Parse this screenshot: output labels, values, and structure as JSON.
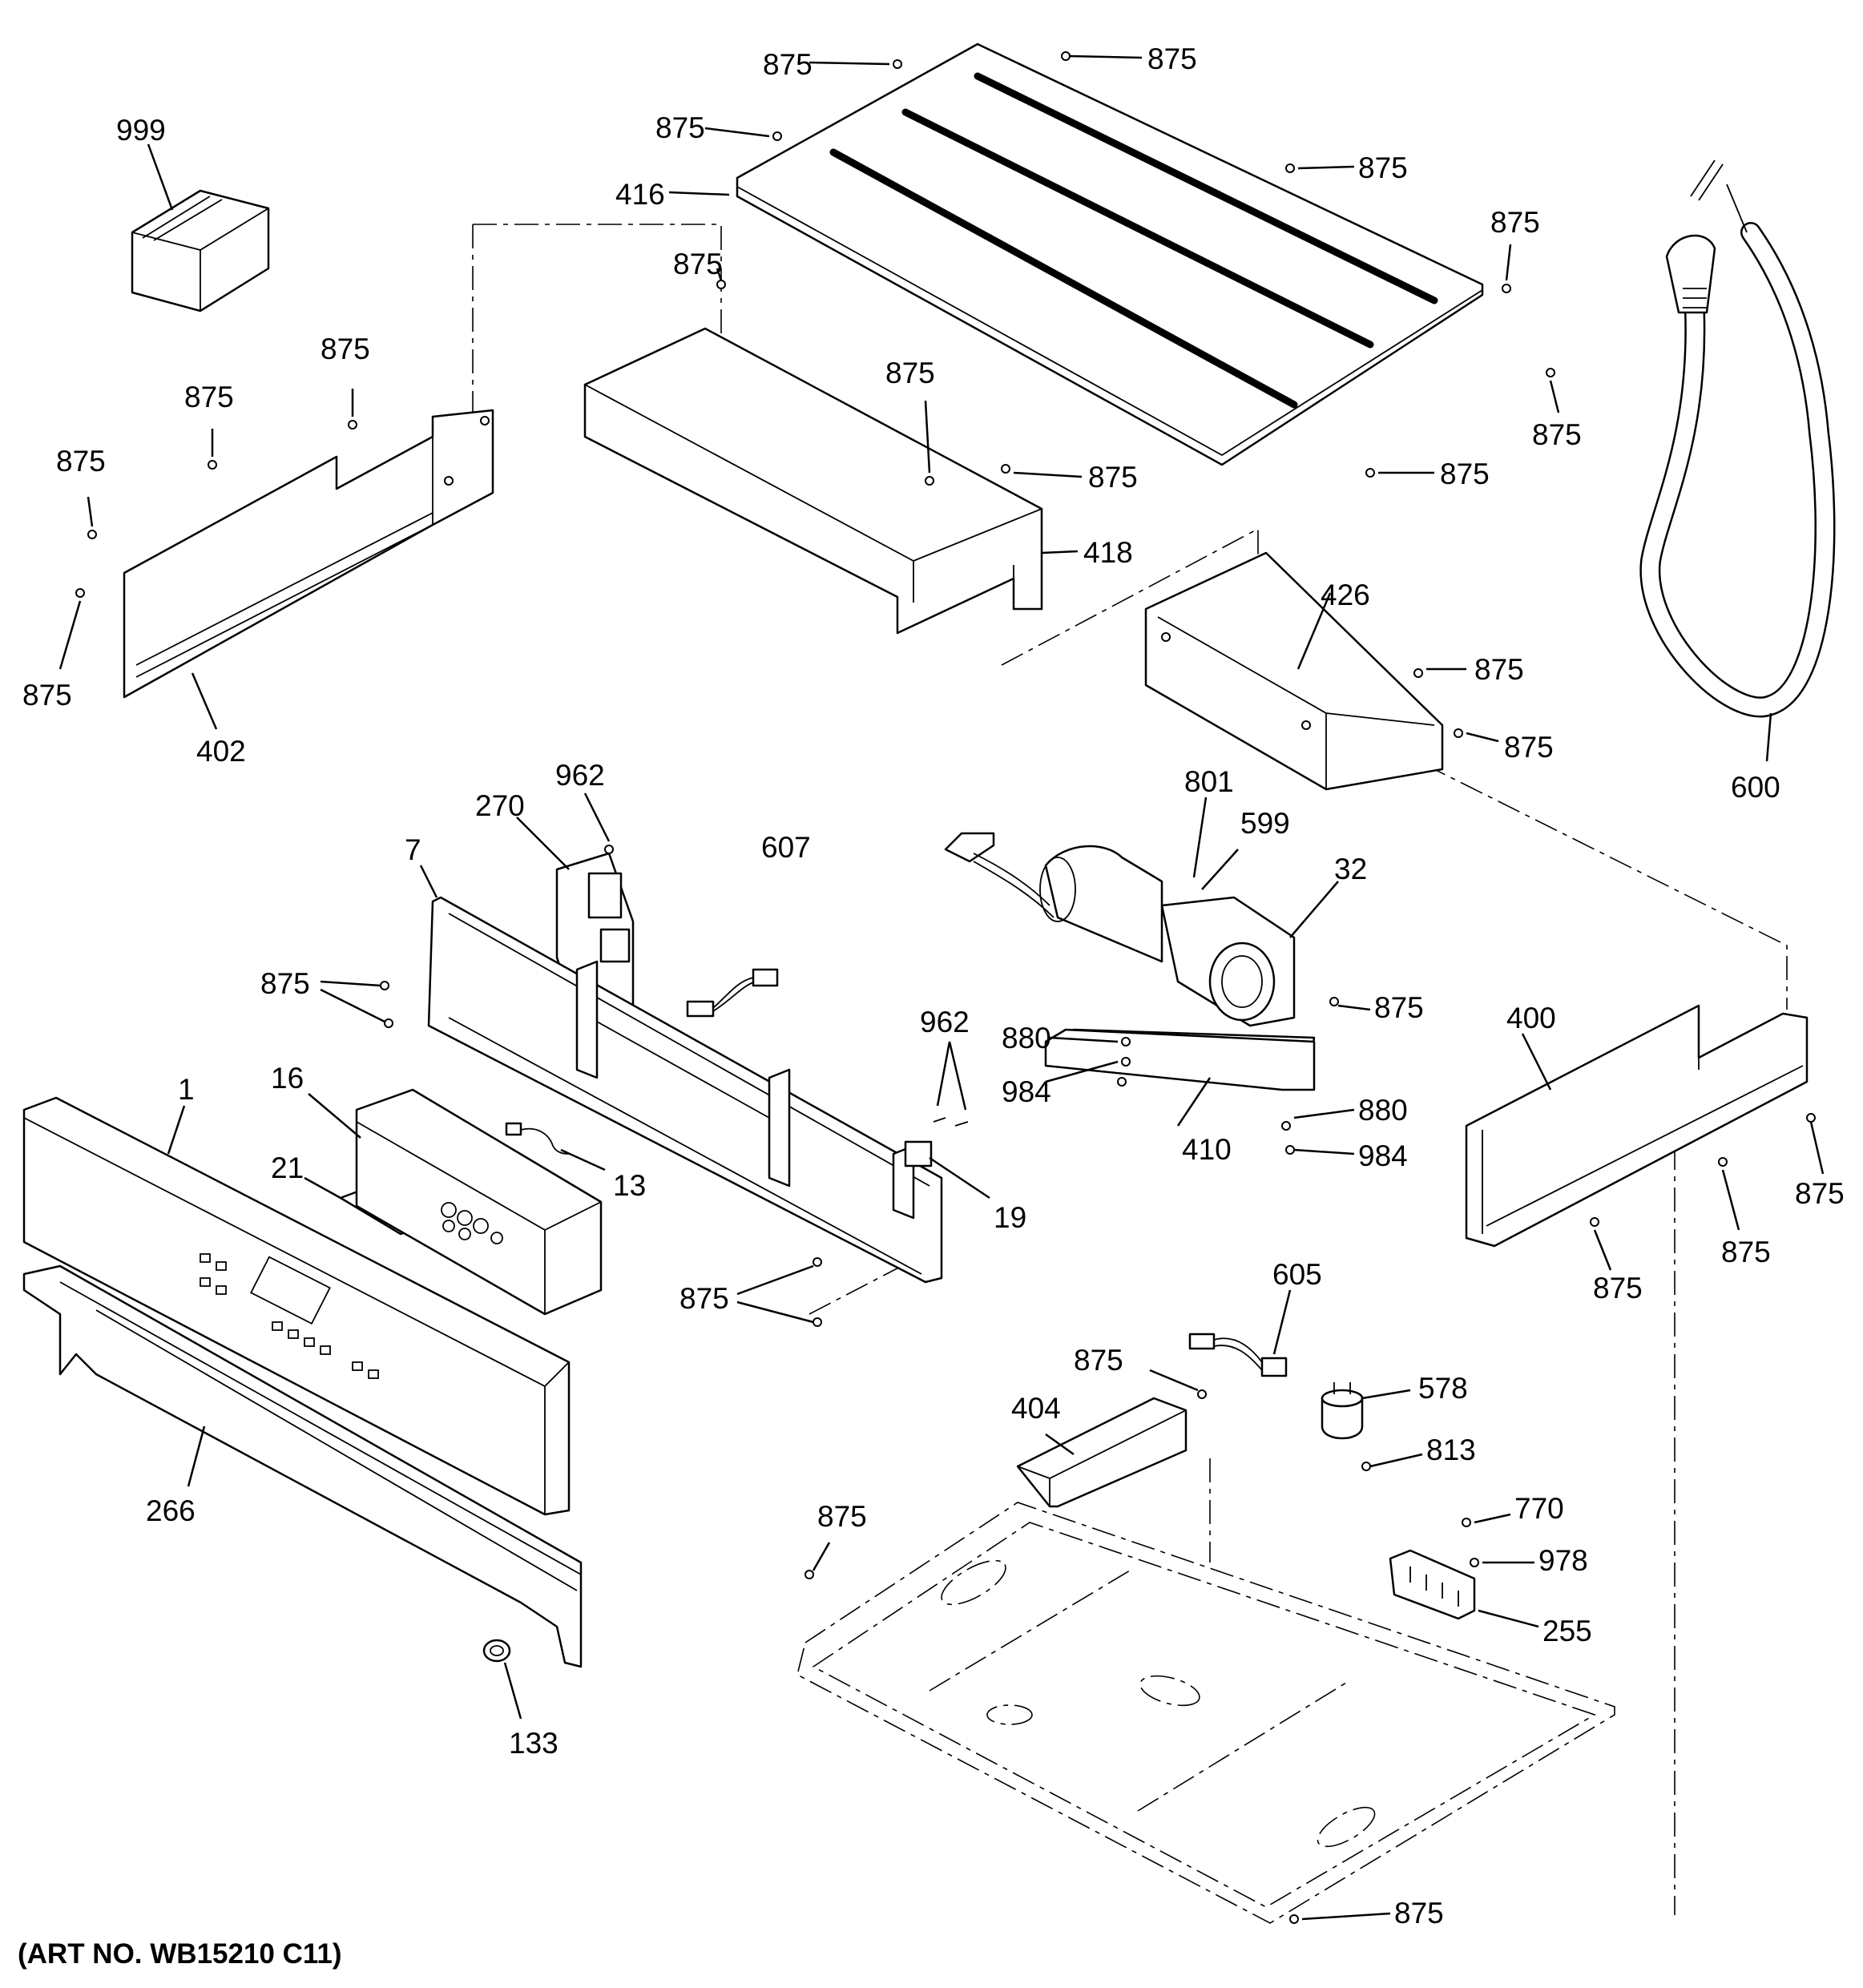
{
  "diagram": {
    "art_number": "(ART NO. WB15210 C11)",
    "callouts": [
      {
        "id": "c999",
        "text": "999"
      },
      {
        "id": "c875",
        "text": "875"
      },
      {
        "id": "c416",
        "text": "416"
      },
      {
        "id": "c418",
        "text": "418"
      },
      {
        "id": "c402",
        "text": "402"
      },
      {
        "id": "c426",
        "text": "426"
      },
      {
        "id": "c600",
        "text": "600"
      },
      {
        "id": "c962",
        "text": "962"
      },
      {
        "id": "c270",
        "text": "270"
      },
      {
        "id": "c607",
        "text": "607"
      },
      {
        "id": "c7",
        "text": "7"
      },
      {
        "id": "c801",
        "text": "801"
      },
      {
        "id": "c599",
        "text": "599"
      },
      {
        "id": "c32",
        "text": "32"
      },
      {
        "id": "c880",
        "text": "880"
      },
      {
        "id": "c984",
        "text": "984"
      },
      {
        "id": "c410",
        "text": "410"
      },
      {
        "id": "c400",
        "text": "400"
      },
      {
        "id": "c1",
        "text": "1"
      },
      {
        "id": "c16",
        "text": "16"
      },
      {
        "id": "c21",
        "text": "21"
      },
      {
        "id": "c13",
        "text": "13"
      },
      {
        "id": "c19",
        "text": "19"
      },
      {
        "id": "c266",
        "text": "266"
      },
      {
        "id": "c133",
        "text": "133"
      },
      {
        "id": "c605",
        "text": "605"
      },
      {
        "id": "c404",
        "text": "404"
      },
      {
        "id": "c578",
        "text": "578"
      },
      {
        "id": "c813",
        "text": "813"
      },
      {
        "id": "c770",
        "text": "770"
      },
      {
        "id": "c978",
        "text": "978"
      },
      {
        "id": "c255",
        "text": "255"
      }
    ]
  }
}
